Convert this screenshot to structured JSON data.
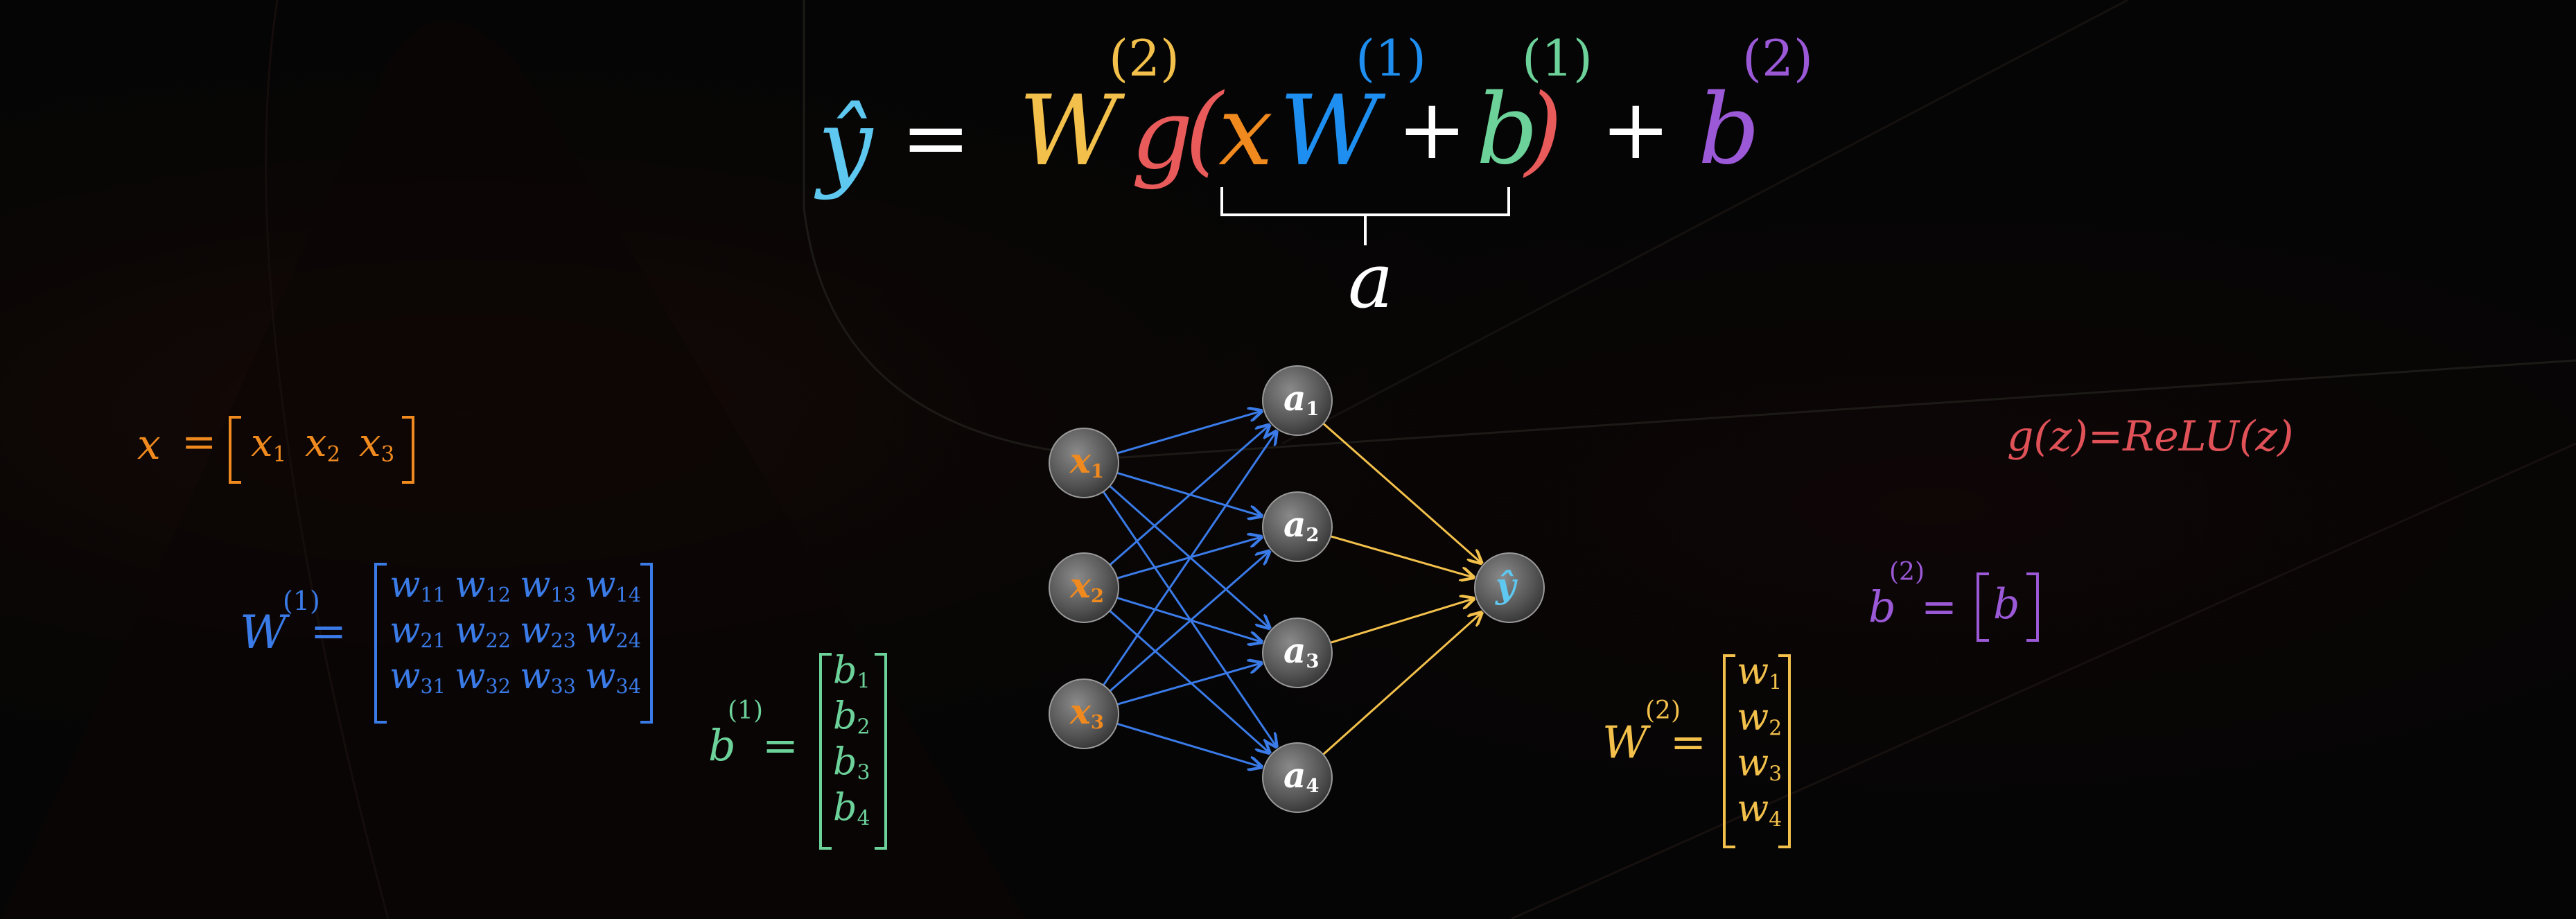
{
  "colors": {
    "white": "#ffffff",
    "yhat": "#5ec8f0",
    "w2": "#f3c14b",
    "g": "#e95a5a",
    "x": "#f08a1f",
    "w1": "#1e8ff0",
    "b1": "#6cd29a",
    "b2": "#9b59d8",
    "matrixW": "#3a7be8",
    "relu": "#e05258"
  },
  "main_formula": {
    "yhat": "ŷ",
    "equals": "=",
    "W": "W",
    "W_sup": "(2)",
    "g": "g",
    "open_paren": "(",
    "x": "x",
    "W1": "W",
    "W1_sup": "(1)",
    "plus1": "+",
    "b1": "b",
    "b1_sup": "(1)",
    "close_paren": ")",
    "plus2": "+",
    "b2": "b",
    "b2_sup": "(2)",
    "brace_label": "a"
  },
  "x_vector": {
    "lhs": "x",
    "eq": "=",
    "items": [
      {
        "base": "x",
        "sub": "1"
      },
      {
        "base": "x",
        "sub": "2"
      },
      {
        "base": "x",
        "sub": "3"
      }
    ]
  },
  "w1_matrix": {
    "lhs": "W",
    "sup": "(1)",
    "eq": "=",
    "rows": [
      [
        {
          "base": "w",
          "sub": "11"
        },
        {
          "base": "w",
          "sub": "12"
        },
        {
          "base": "w",
          "sub": "13"
        },
        {
          "base": "w",
          "sub": "14"
        }
      ],
      [
        {
          "base": "w",
          "sub": "21"
        },
        {
          "base": "w",
          "sub": "22"
        },
        {
          "base": "w",
          "sub": "23"
        },
        {
          "base": "w",
          "sub": "24"
        }
      ],
      [
        {
          "base": "w",
          "sub": "31"
        },
        {
          "base": "w",
          "sub": "32"
        },
        {
          "base": "w",
          "sub": "33"
        },
        {
          "base": "w",
          "sub": "34"
        }
      ]
    ]
  },
  "b1_vector": {
    "lhs": "b",
    "sup": "(1)",
    "eq": "=",
    "items": [
      {
        "base": "b",
        "sub": "1"
      },
      {
        "base": "b",
        "sub": "2"
      },
      {
        "base": "b",
        "sub": "3"
      },
      {
        "base": "b",
        "sub": "4"
      }
    ]
  },
  "w2_vector": {
    "lhs": "W",
    "sup": "(2)",
    "eq": "=",
    "items": [
      {
        "base": "w",
        "sub": "1"
      },
      {
        "base": "w",
        "sub": "2"
      },
      {
        "base": "w",
        "sub": "3"
      },
      {
        "base": "w",
        "sub": "4"
      }
    ]
  },
  "b2_vector": {
    "lhs": "b",
    "sup": "(2)",
    "eq": "=",
    "items": [
      {
        "base": "b"
      }
    ]
  },
  "activation": "g(z)=ReLU(z)",
  "network": {
    "inputs": [
      {
        "base": "x",
        "sub": "1"
      },
      {
        "base": "x",
        "sub": "2"
      },
      {
        "base": "x",
        "sub": "3"
      }
    ],
    "hidden": [
      {
        "base": "a",
        "sub": "1"
      },
      {
        "base": "a",
        "sub": "2"
      },
      {
        "base": "a",
        "sub": "3"
      },
      {
        "base": "a",
        "sub": "4"
      }
    ],
    "output": {
      "base": "ŷ"
    },
    "edge_color_input_hidden": "#3a7be8",
    "edge_color_hidden_output": "#f3c14b"
  }
}
